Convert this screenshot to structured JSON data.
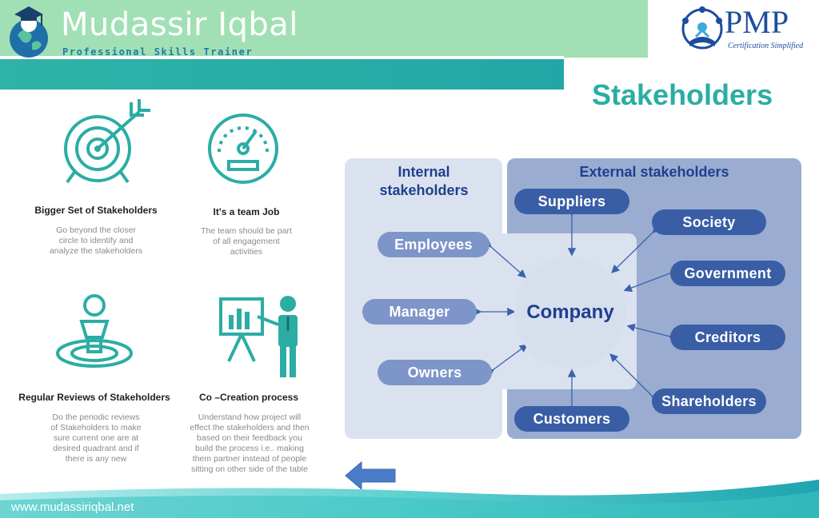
{
  "header": {
    "brand_name": "Mudassir Iqbal",
    "brand_tagline": "Professional Skills Trainer",
    "logo_name": "PMP",
    "logo_tagline": "Certification Simplified"
  },
  "page_title": "Stakeholders",
  "features": [
    {
      "title": "Bigger  Set of Stakeholders",
      "desc": [
        "Go beyond the closer",
        "circle to identify and",
        "analyze the stakeholders"
      ],
      "icon": "target-arrow-icon"
    },
    {
      "title": "It's a team Job",
      "desc": [
        "The team should be part",
        "of all engagement",
        "activities"
      ],
      "icon": "gauge-icon"
    },
    {
      "title": "Regular Reviews of Stakeholders",
      "desc": [
        "Do the periodic  reviews",
        "of Stakeholders to make",
        "sure current one are at",
        "desired quadrant and if",
        "there is any new"
      ],
      "icon": "person-on-target-icon"
    },
    {
      "title": "Co –Creation process",
      "desc": [
        "Understand  how project will",
        "effect the stakeholders and then",
        "based on their feedback you",
        "build the process i.e.. making",
        "them partner instead of people",
        "sitting on other side of the table"
      ],
      "icon": "presenter-board-icon"
    }
  ],
  "diagram": {
    "internal_label": [
      "Internal",
      "stakeholders"
    ],
    "external_label": "External stakeholders",
    "center": "Company",
    "internal": [
      "Employees",
      "Manager",
      "Owners"
    ],
    "external": [
      "Suppliers",
      "Society",
      "Government",
      "Creditors",
      "Shareholders",
      "Customers"
    ]
  },
  "footer": {
    "url": "www.mudassiriqbal.net"
  },
  "colors": {
    "teal": "#2bada4",
    "green": "#a1e0b4",
    "navy": "#1f3f8f",
    "pill_dark": "#3a5ea6",
    "pill_light": "#7d95c9",
    "arrow": "#4a7cc9"
  }
}
